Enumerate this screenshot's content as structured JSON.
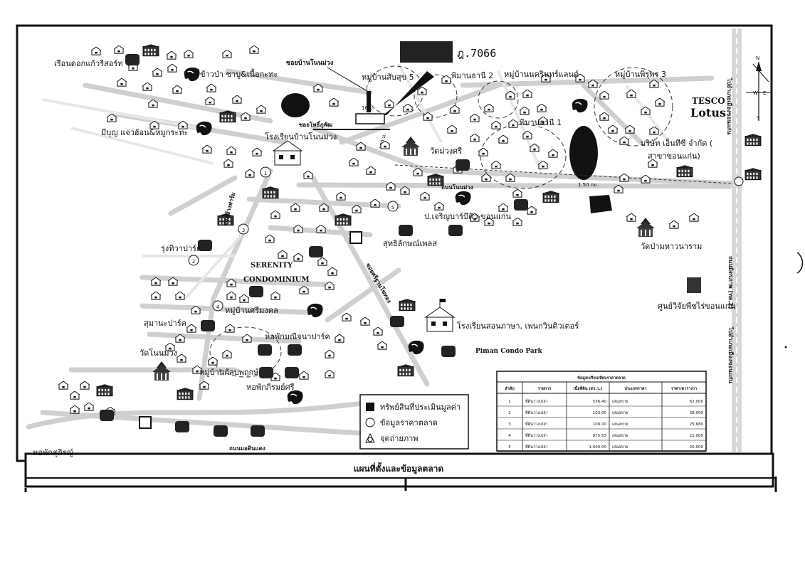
{
  "header_code": "ฎ.7066",
  "title": "แผนที่ตั้งและข้อมูลตลาด",
  "labels": {
    "ruean_dok_kaew": "เรือนดอกแก้วรีสอร์ท",
    "khao_pa": "ข้าวป่า ชาบู&เนื้อกะทะ",
    "mibun": "มีบุญ แจ่วฮ้อน&หมูกระทะ",
    "school_nonmuang": "โรงเรียนบ้านโนนม่วง",
    "soi_nonmuang": "ซอยบ้านโนนม่วง",
    "soi_phup": "ซอยโพธิ์ภูพัฒ",
    "village_subsuk": "หมู่บ้านสับสุข 5",
    "phiman_thani2": "พิมานธานี 2",
    "nakarin": "หมู่บ้านนครินทร์แลนด์",
    "phiman_thani1": "พิมานธานี 1",
    "village_setthi": "หมู่บ้านพิรุพร 3",
    "tesco": "TESCO",
    "lotus": "Lotus",
    "company": "บริษัท เอ็นทีซี จำกัด (",
    "company2": "สาขาขอนแก่น)",
    "wat_muangsri": "วัดม่วงศรี",
    "road_nonmuang": "ถนนโนนม่วง",
    "distance": "1.50 กม.",
    "pj_charoen": "ป.เจริญบาร์บีคิว ขอนแก่น",
    "sutthilak": "สุทธิลักษณ์เพลส",
    "rungthiwa": "รุ่งทิวาปาร์ค",
    "serenity": "SERENITY",
    "condominium": "CONDOMINIUM",
    "mongkol": "หมู่บ้านศรีมงคล",
    "sumana": "สุมานะปาร์ค",
    "dorm_manee": "หอพักมณีจนาปาร์ค",
    "wat_nonmuang": "วัดโนนม่วง",
    "village_kanlaya": "หมู่บ้านกัลปพฤกษ์",
    "dorm_pornsri": "หอพักภิรมย์ศรี",
    "dorm_sutharin": "หอพักสุภิรญ์",
    "road_bottom": "ถนนมอดินแดง",
    "language_school": "โรงเรียนสอนภาษา, เพนกวินติวเตอร์",
    "piman_condo": "Piman Condo Park",
    "wat_pa": "วัดป่ามหาวนาราม",
    "research_center": "ศูนย์วิจัยพืชไร่ขอนแก่น",
    "road_mittraphap": "ถนนมิตรภาพ (ทล.2)",
    "road_right_top": "ไปอำเภอเมืองขอนแก่น",
    "road_right_bottom": "ไปอำเภอเมืองขอนแก่น",
    "road_diag": "ซอยศรีฐานโฆทอง",
    "road_side": "ซอยข้างฟาร์ม",
    "dist_small1": "16 ม.",
    "dist_small2": "180 ม."
  },
  "legend": {
    "items": [
      {
        "symbol": "filled-square",
        "label": "ทรัพย์สินที่ประเมินมูลค่า"
      },
      {
        "symbol": "circle",
        "label": "ข้อมูลราคาตลาด"
      },
      {
        "symbol": "camera-point",
        "label": "จุดถ่ายภาพ"
      }
    ]
  },
  "table": {
    "caption": "ข้อมูลเปรียบเทียบราคาตลาด",
    "headers": [
      "ลำดับ",
      "รายการ",
      "เนื้อที่ดิน (ตร.ว.)",
      "ประเภทราคา",
      "ราคา/ตารางวา"
    ],
    "rows": [
      [
        "1",
        "ที่ดินว่างเปล่า",
        "536.40",
        "เสนอขาย",
        "62,000"
      ],
      [
        "2",
        "ที่ดินว่างเปล่า",
        "103.00",
        "เสนอขาย",
        "28,000"
      ],
      [
        "3",
        "ที่ดินว่างเปล่า",
        "109.00",
        "เสนอขาย",
        "25,680"
      ],
      [
        "4",
        "ที่ดินว่างเปล่า",
        "875.53",
        "เสนอขาย",
        "21,000"
      ],
      [
        "5",
        "ที่ดินว่างเปล่า",
        "1,000.00",
        "เสนอขาย",
        "20,000"
      ]
    ]
  },
  "markers": [
    "1",
    "2",
    "3",
    "4",
    "5"
  ],
  "compass": {
    "n": "N",
    "s": "S",
    "e": "E",
    "w": "W"
  }
}
